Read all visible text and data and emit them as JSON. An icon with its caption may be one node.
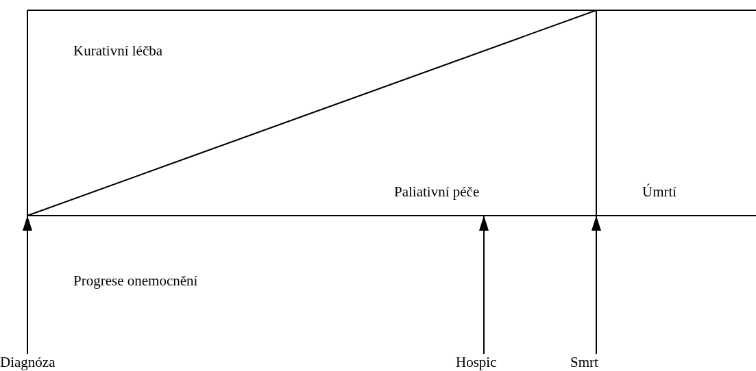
{
  "diagram": {
    "nodes": [
      {
        "text": [
          "Diagnóza"
        ]
      },
      {
        "text": [
          "Hospic"
        ]
      },
      {
        "text": [
          "Smrt"
        ]
      }
    ],
    "edges": [
      {
        "from": 0,
        "to": null,
        "arrow": "to"
      },
      {
        "from": 1,
        "to": null,
        "arrow": "to"
      },
      {
        "from": 2,
        "to": null,
        "arrow": "to"
      }
    ],
    "labels": [
      "Kurativní léčba",
      "Paliativní péče",
      "Úmrtí",
      "Progrese onemocnění"
    ]
  }
}
